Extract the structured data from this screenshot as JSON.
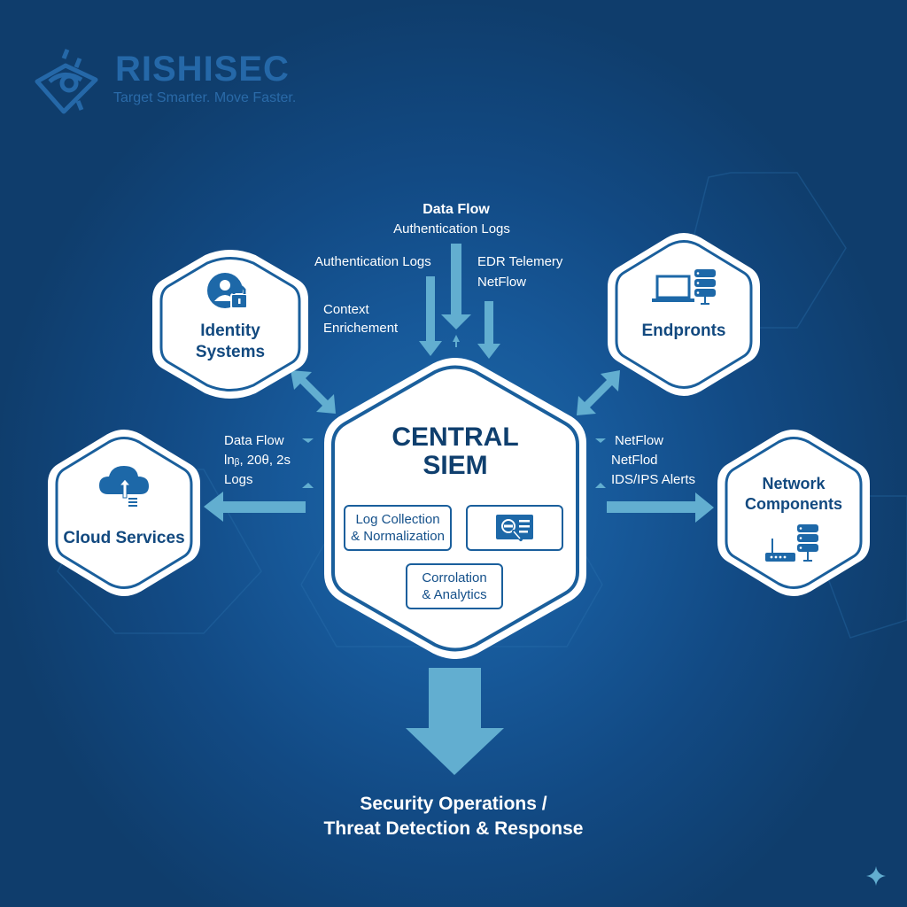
{
  "brand": {
    "name": "RISHISEC",
    "tagline": "Target Smarter. Move Faster.",
    "logo_icon": "eye-target-icon"
  },
  "diagram": {
    "title": "Central SIEM Architecture",
    "center": {
      "title_line1": "CENTRAL",
      "title_line2": "SIEM",
      "modules": [
        {
          "label_line1": "Log Collection",
          "label_line2": "& Normalization"
        },
        {
          "icon": "search-document-icon"
        },
        {
          "label_line1": "Corrolation",
          "label_line2": "& Analytics"
        }
      ]
    },
    "nodes": {
      "identity": {
        "label_line1": "Identity",
        "label_line2": "Systems",
        "icon": "user-lock-icon"
      },
      "endpoints": {
        "label": "Endpronts",
        "icon": "laptop-server-icon"
      },
      "cloud": {
        "label": "Cloud Services",
        "icon": "cloud-upload-icon"
      },
      "network": {
        "label_line1": "Network",
        "label_line2": "Components",
        "icon": "router-server-icon"
      }
    },
    "flow_labels": {
      "top_title": "Data Flow",
      "top_sub": "Authentication Logs",
      "top_left": "Authentication Logs",
      "top_right_line1": "EDR Telemery",
      "top_right_line2": "NetFlow",
      "context_line1": "Context",
      "context_line2": "Enrichement",
      "left_line1": "Data Flow",
      "left_line2": "lnᵦ, 20θ, 2s",
      "left_line3": "Logs",
      "right_line1": "NetFlow",
      "right_line2": "NetFlod",
      "right_line3": "IDS/IPS Alerts"
    },
    "output": {
      "line1": "Security Operations /",
      "line2": "Threat Detection & Response"
    }
  },
  "colors": {
    "background_dark": "#0f3d6c",
    "background_mid": "#17599a",
    "arrow": "#62aed0",
    "node_text": "#12497f",
    "node_border": "#1a5f9c"
  }
}
